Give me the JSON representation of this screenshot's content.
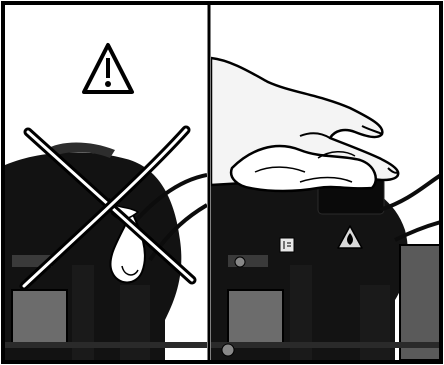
{
  "figure": {
    "panels": [
      {
        "id": "left",
        "meaning": "incorrect",
        "icons": [
          "warning-triangle-icon",
          "cross-out-icon",
          "liquid-drop-icon"
        ]
      },
      {
        "id": "right",
        "meaning": "correct",
        "icons": [
          "hand-with-cloth",
          "hot-surface-warning-icon",
          "machine-label"
        ]
      }
    ],
    "colors": {
      "frame": "#000000",
      "background": "#ffffff",
      "machine": "#111111",
      "hand_fill": "#f4f4f4"
    }
  }
}
